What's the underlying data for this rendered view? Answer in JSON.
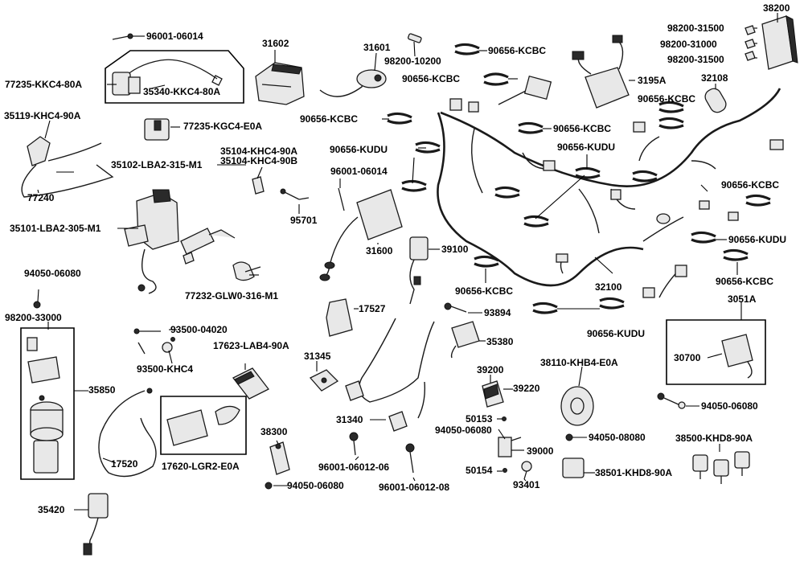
{
  "labels": {
    "p96001_06014_a": "96001-06014",
    "p77235_kkc4": "77235-KKC4-80A",
    "p35340": "35340-KKC4-80A",
    "p31602": "31602",
    "p31601": "31601",
    "p98200_10200": "98200-10200",
    "p90656_kcbc_1": "90656-KCBC",
    "p90656_kcbc_2": "90656-KCBC",
    "p3195a": "3195A",
    "p98200_31500_a": "98200-31500",
    "p98200_31000": "98200-31000",
    "p98200_31500_b": "98200-31500",
    "p38200": "38200",
    "p32108": "32108",
    "p90656_kcbc_3": "90656-KCBC",
    "p35119": "35119-KHC4-90A",
    "p77235_kgc4": "77235-KGC4-E0A",
    "p90656_kcbc_4": "90656-KCBC",
    "p90656_kcbc_5": "90656-KCBC",
    "p90656_kudu_1": "90656-KUDU",
    "p90656_kudu_2": "90656-KUDU",
    "p35104_a": "35104-KHC4-90A",
    "p35104_b": "35104-KHC4-90B",
    "p35102": "35102-LBA2-315-M1",
    "p96001_06014_b": "96001-06014",
    "p77240": "77240",
    "p90656_kcbc_6": "90656-KCBC",
    "p95701": "95701",
    "p35101": "35101-LBA2-305-M1",
    "p90656_kudu_3": "90656-KUDU",
    "p39100": "39100",
    "p31600": "31600",
    "p94050_06080_a": "94050-06080",
    "p77232": "77232-GLW0-316-M1",
    "p90656_kcbc_7": "90656-KCBC",
    "p32100": "32100",
    "p90656_kcbc_8": "90656-KCBC",
    "p3051a": "3051A",
    "p98200_33000": "98200-33000",
    "p17527": "17527",
    "p93894": "93894",
    "p93500_04020": "93500-04020",
    "p90656_kudu_4": "90656-KUDU",
    "p35380": "35380",
    "p17623": "17623-LAB4-90A",
    "p31345": "31345",
    "p38110": "38110-KHB4-E0A",
    "p30700": "30700",
    "p93500_khc4": "93500-KHC4",
    "p39200": "39200",
    "p39220": "39220",
    "p35850": "35850",
    "p94050_06080_b": "94050-06080",
    "p50153": "50153",
    "p31340": "31340",
    "p94050_06080_c": "94050-06080",
    "p38300": "38300",
    "p39000": "39000",
    "p94050_08080": "94050-08080",
    "p38500": "38500-KHD8-90A",
    "p17520": "17520",
    "p17620": "17620-LGR2-E0A",
    "p96001_06012_06": "96001-06012-06",
    "p50154": "50154",
    "p38501": "38501-KHD8-90A",
    "p94050_06080_d": "94050-06080",
    "p93401": "93401",
    "p96001_06012_08": "96001-06012-08",
    "p35420": "35420"
  }
}
